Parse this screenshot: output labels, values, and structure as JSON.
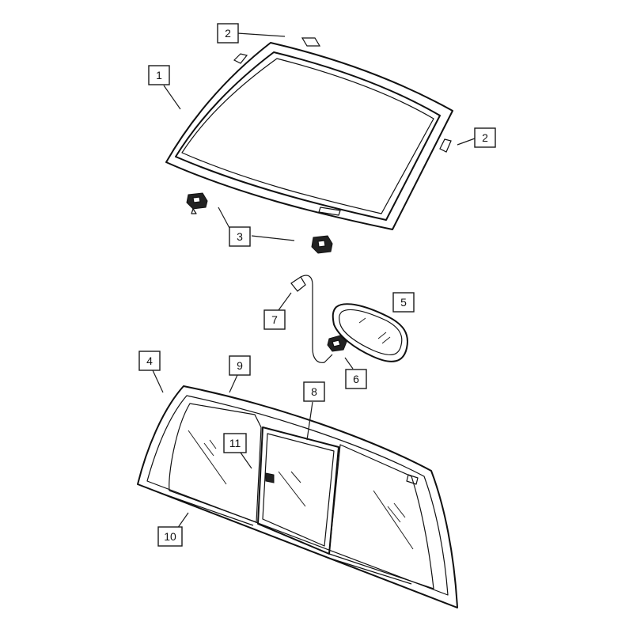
{
  "diagram": {
    "callouts": [
      {
        "id": "c2a",
        "label": "2"
      },
      {
        "id": "c1",
        "label": "1"
      },
      {
        "id": "c2b",
        "label": "2"
      },
      {
        "id": "c3",
        "label": "3"
      },
      {
        "id": "c5",
        "label": "5"
      },
      {
        "id": "c7",
        "label": "7"
      },
      {
        "id": "c6",
        "label": "6"
      },
      {
        "id": "c4",
        "label": "4"
      },
      {
        "id": "c9",
        "label": "9"
      },
      {
        "id": "c8",
        "label": "8"
      },
      {
        "id": "c11",
        "label": "11"
      },
      {
        "id": "c10",
        "label": "10"
      }
    ],
    "line_color": "#111111",
    "background": "#ffffff"
  }
}
